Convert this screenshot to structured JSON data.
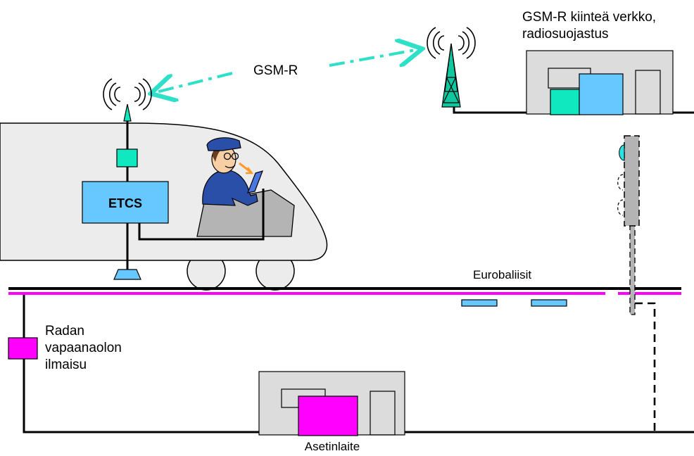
{
  "labels": {
    "gsmr_link": "GSM-R",
    "gsmr_network_line1": "GSM-R kiinteä verkko,",
    "gsmr_network_line2": "radiosuojastus",
    "etcs": "ETCS",
    "eurobalises": "Eurobaliisit",
    "track_detection_line1": "Radan",
    "track_detection_line2": "vapaanaolon",
    "track_detection_line3": "ilmaisu",
    "interlocking": "Asetinlaite"
  },
  "colors": {
    "cyan_link": "#2ee0c8",
    "cabinet_teal": "#10e8c0",
    "cabinet_blue": "#66c8ff",
    "magenta": "#ff00ff",
    "grey_fill": "#dcdcdc",
    "train_body": "#ececec",
    "driver_blue": "#2a4fa8",
    "arrow_orange": "#ff9a2a"
  }
}
